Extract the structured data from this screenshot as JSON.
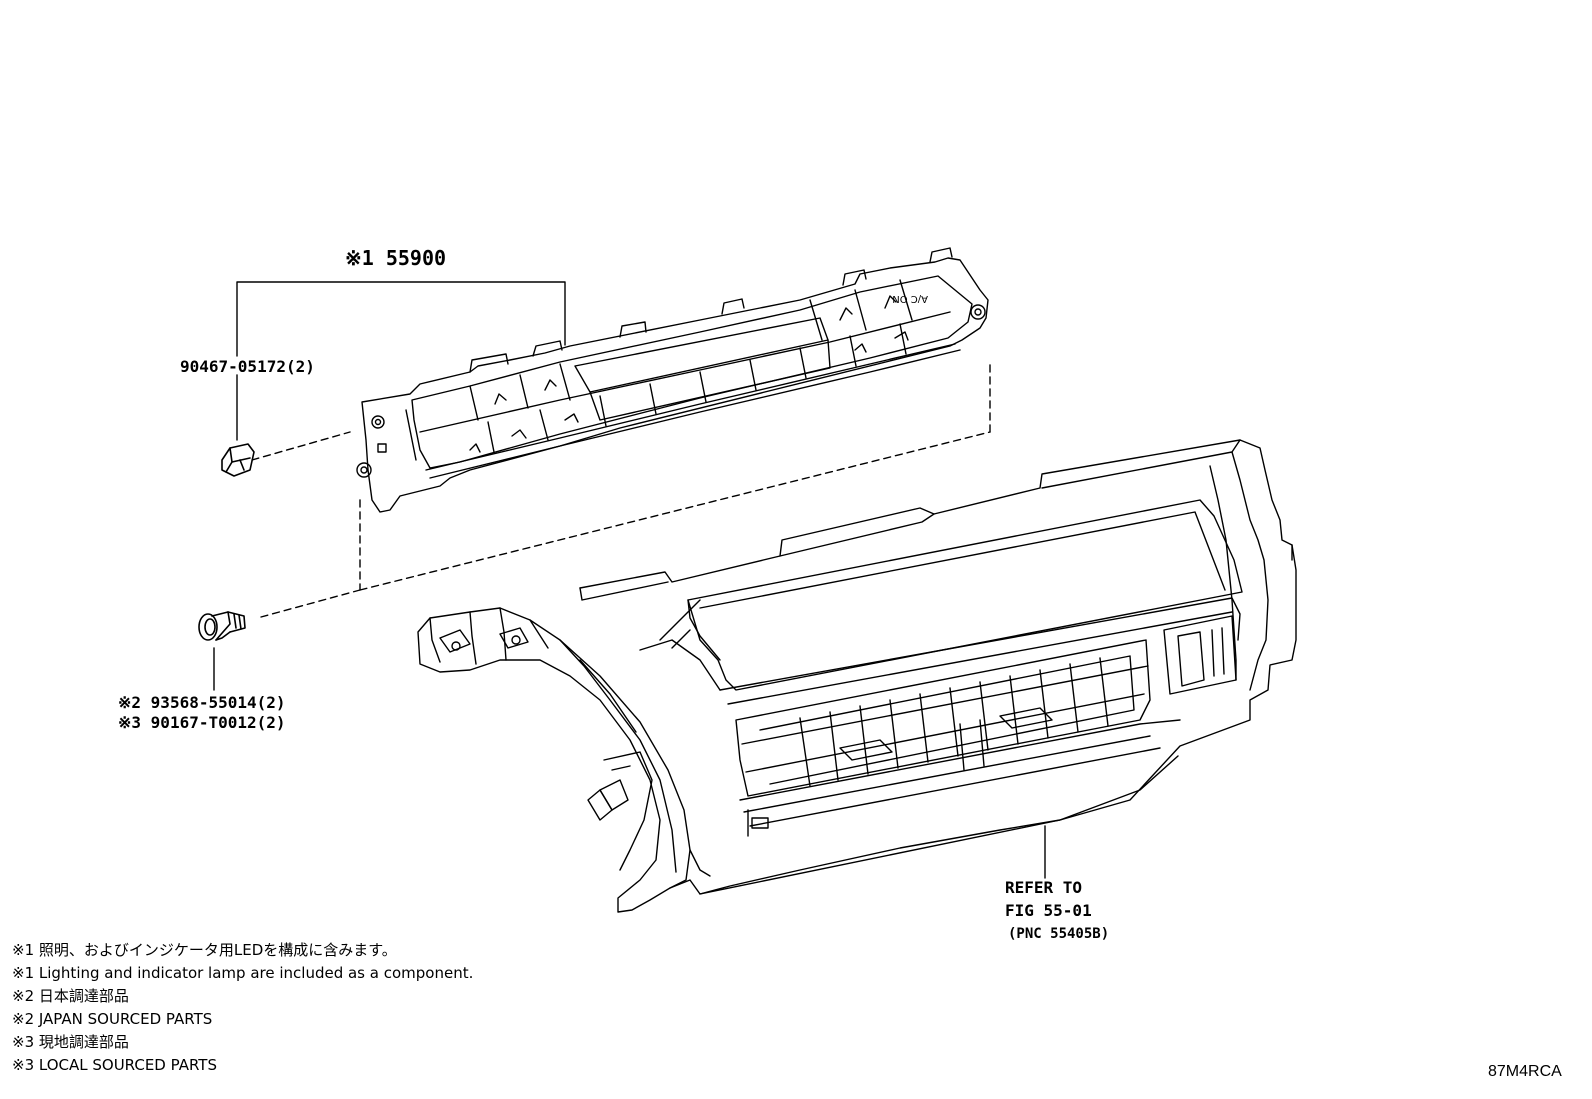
{
  "labels": {
    "main_part": "※1 55900",
    "clip_part": "90467-05172(2)",
    "screw_part_a": "※2 93568-55014(2)",
    "screw_part_b": "※3 90167-T0012(2)",
    "refer_line1": "REFER TO",
    "refer_line2": "FIG 55-01",
    "refer_line3": "(PNC 55405B)",
    "panel_text": "A/C ON"
  },
  "notes": [
    "※1 照明、およびインジケータ用LEDを構成に含みます。",
    "※1 Lighting and indicator lamp are included as a component.",
    "※2 日本調達部品",
    "※2 JAPAN SOURCED PARTS",
    "※3 現地調達部品",
    "※3 LOCAL SOURCED PARTS"
  ],
  "illustration_code": "87M4RCA"
}
